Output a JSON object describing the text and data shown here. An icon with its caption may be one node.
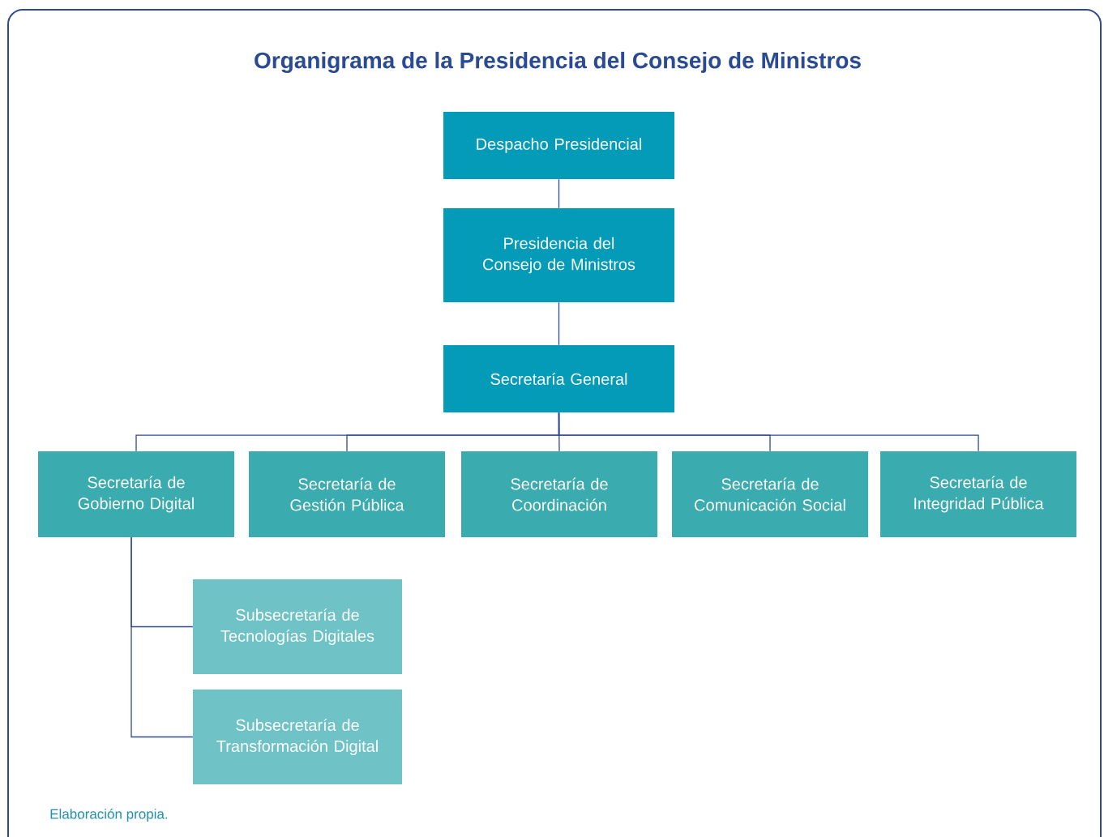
{
  "diagram": {
    "title": "Organigrama de la Presidencia del Consejo de Ministros",
    "caption": "Elaboración propia.",
    "nodes": [
      {
        "text": [
          "Despacho Presidencial"
        ]
      },
      {
        "text": [
          "Presidencia del Consejo de Ministros"
        ]
      },
      {
        "text": [
          "Secretaría General"
        ]
      },
      {
        "text": [
          "Secretaría de Gobierno Digital"
        ]
      },
      {
        "text": [
          "Secretaría de Gestión Pública"
        ]
      },
      {
        "text": [
          "Secretaría de Coordinación"
        ]
      },
      {
        "text": [
          "Secretaría de Comunicación Social"
        ]
      },
      {
        "text": [
          "Secretaría de Integridad Pública"
        ]
      },
      {
        "text": [
          "Subsecretaría de Tecnologías Digitales"
        ]
      },
      {
        "text": [
          "Subsecretaría de Transformación Digital"
        ]
      }
    ],
    "edges": [
      {
        "from": 0,
        "to": 1,
        "arrow": "none"
      },
      {
        "from": 1,
        "to": 2,
        "arrow": "none"
      },
      {
        "from": 2,
        "to": 3,
        "arrow": "none"
      },
      {
        "from": 2,
        "to": 4,
        "arrow": "none"
      },
      {
        "from": 2,
        "to": 5,
        "arrow": "none"
      },
      {
        "from": 2,
        "to": 6,
        "arrow": "none"
      },
      {
        "from": 2,
        "to": 7,
        "arrow": "none"
      },
      {
        "from": 3,
        "to": 8,
        "arrow": "none"
      },
      {
        "from": 3,
        "to": 9,
        "arrow": "none"
      }
    ]
  }
}
